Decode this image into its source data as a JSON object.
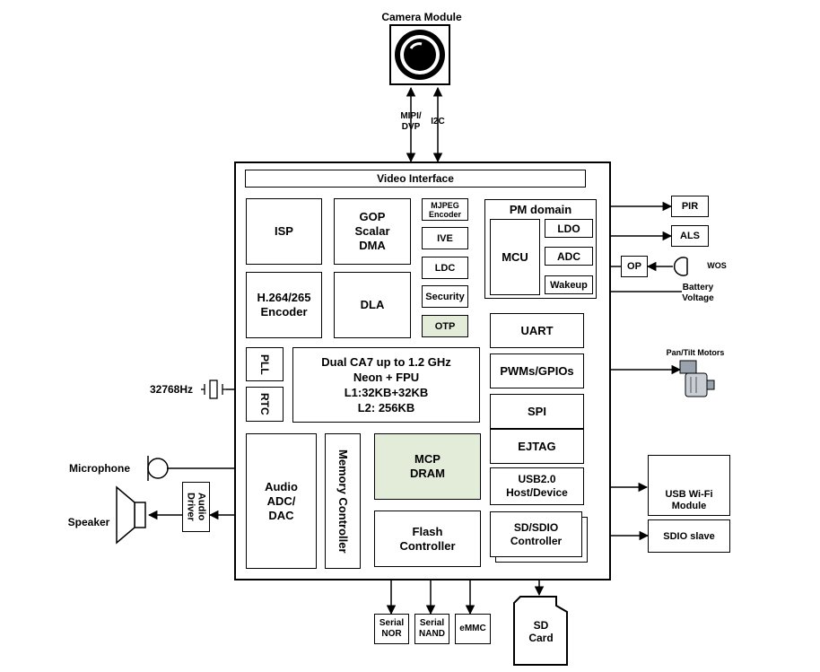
{
  "diagram": {
    "camera_module": "Camera Module",
    "mipi_dvp": "MIPI/\nDVP",
    "i2c": "I2C",
    "video_interface": "Video Interface",
    "isp": "ISP",
    "gop": "GOP\nScalar\nDMA",
    "mjpeg": "MJPEG\nEncoder",
    "ive": "IVE",
    "ldc": "LDC",
    "security": "Security",
    "otp": "OTP",
    "h264": "H.264/265\nEncoder",
    "dla": "DLA",
    "pm_domain": "PM domain",
    "mcu": "MCU",
    "ldo": "LDO",
    "adc": "ADC",
    "wakeup": "Wakeup",
    "pir": "PIR",
    "als": "ALS",
    "op": "OP",
    "wos": "WOS",
    "battery_voltage": "Battery\nVoltage",
    "pll": "PLL",
    "rtc": "RTC",
    "cpu": "Dual CA7 up to 1.2 GHz\nNeon + FPU\nL1:32KB+32KB\nL2: 256KB",
    "uart": "UART",
    "pwm": "PWMs/GPIOs",
    "pan_tilt": "Pan/Tilt Motors",
    "spi": "SPI",
    "ejtag": "EJTAG",
    "usb": "USB2.0\nHost/Device",
    "sdio_ctrl": "SD/SDIO\nController",
    "usb_wifi": "USB Wi-Fi\nModule",
    "sdio_slave": "SDIO slave",
    "audio": "Audio\nADC/\nDAC",
    "memory_controller": "Memory Controller",
    "mcp": "MCP\nDRAM",
    "flash": "Flash\nController",
    "serial_nor": "Serial\nNOR",
    "serial_nand": "Serial\nNAND",
    "emmc": "eMMC",
    "sd_card": "SD\nCard",
    "crystal": "32768Hz",
    "microphone": "Microphone",
    "speaker": "Speaker",
    "audio_driver": "Audio\nDriver"
  }
}
